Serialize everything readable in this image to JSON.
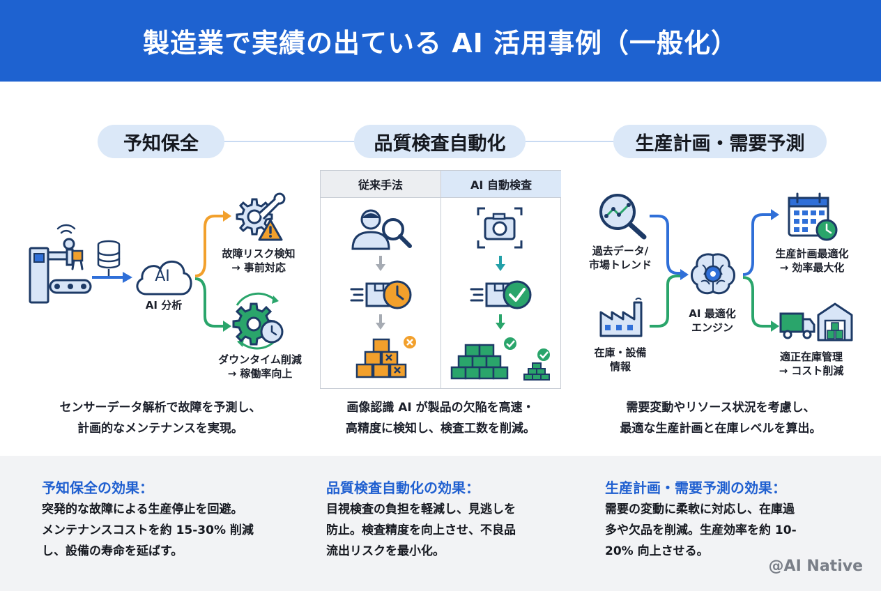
{
  "title": "製造業で実績の出ている AI 活用事例（一般化）",
  "sections": {
    "predictive": {
      "pill": "予知保全",
      "ai_cloud": "AI",
      "ai_label": "AI 分析",
      "out1_line1": "故障リスク検知",
      "out1_line2": "→ 事前対応",
      "out2_line1": "ダウンタイム削減",
      "out2_line2": "→ 稼働率向上",
      "desc_line1": "センサーデータ解析で故障を予測し、",
      "desc_line2": "計画的なメンテナンスを実現。"
    },
    "quality": {
      "pill": "品質検査自動化",
      "col_left": "従来手法",
      "col_right": "AI 自動検査",
      "desc_line1": "画像認識 AI が製品の欠陥を高速・",
      "desc_line2": "高精度に検知し、検査工数を削減。"
    },
    "planning": {
      "pill": "生産計画・需要予測",
      "in1_line1": "過去データ/",
      "in1_line2": "市場トレンド",
      "in2_line1": "在庫・設備",
      "in2_line2": "情報",
      "engine_line1": "AI 最適化",
      "engine_line2": "エンジン",
      "out1_line1": "生産計画最適化",
      "out1_line2": "→ 効率最大化",
      "out2_line1": "適正在庫管理",
      "out2_line2": "→ コスト削減",
      "desc_line1": "需要変動やリソース状況を考慮し、",
      "desc_line2": "最適な生産計画と在庫レベルを算出。"
    }
  },
  "effects": {
    "predictive": {
      "title": "予知保全の効果：",
      "lines": [
        "突発的な故障による生産停止を回避。",
        "メンテナンスコストを約 15-30% 削減",
        "し、設備の寿命を延ばす。"
      ]
    },
    "quality": {
      "title": "品質検査自動化の効果：",
      "lines": [
        "目視検査の負担を軽減し、見逃しを",
        "防止。検査精度を向上させ、不良品",
        "流出リスクを最小化。"
      ]
    },
    "planning": {
      "title": "生産計画・需要予測の効果：",
      "lines": [
        "需要の変動に柔軟に対応し、在庫過",
        "多や欠品を削減。生産効率を約 10-",
        "20% 向上させる。"
      ]
    }
  },
  "watermark": "@AI Native",
  "colors": {
    "title_bar": "#1e62d0",
    "pill_bg": "#dbe8f8",
    "navy": "#1d3a66",
    "blue": "#2f6fd8",
    "orange": "#f2a02c",
    "green": "#2aa56b",
    "teal": "#23a0a8",
    "effect_title": "#1f5fd0"
  }
}
